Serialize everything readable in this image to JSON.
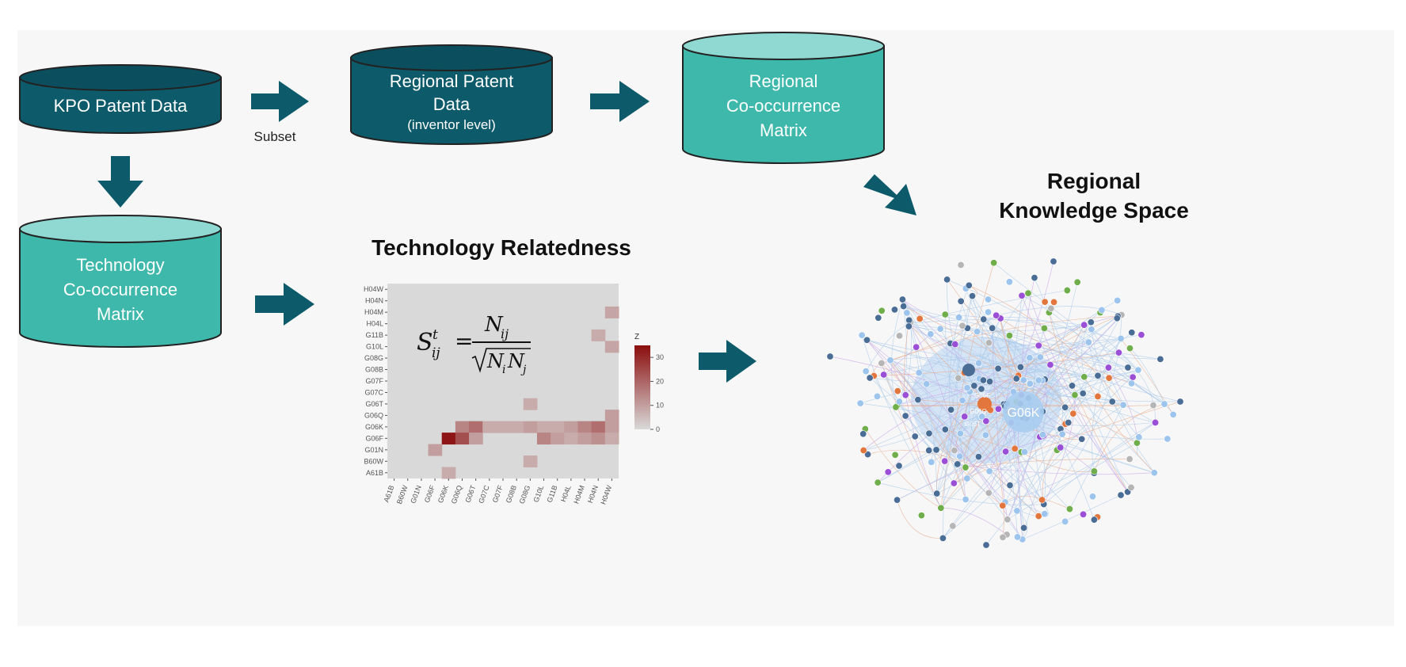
{
  "cylinders": {
    "kpo": {
      "line1": "KPO Patent Data"
    },
    "regional_patent": {
      "line1": "Regional Patent",
      "line2": "Data",
      "line3": "(inventor level)"
    },
    "regional_matrix": {
      "line1": "Regional",
      "line2": "Co-occurrence",
      "line3": "Matrix"
    },
    "tech_matrix": {
      "line1": "Technology",
      "line2": "Co-occurrence",
      "line3": "Matrix"
    }
  },
  "labels": {
    "subset": "Subset",
    "tech_relatedness": "Technology Relatedness",
    "knowledge_space_line1": "Regional",
    "knowledge_space_line2": "Knowledge Space"
  },
  "formula": {
    "lhs": "S",
    "lhs_sup": "t",
    "lhs_sub": "ij",
    "numerator": "N",
    "numerator_sub": "ij",
    "denominator": "N",
    "denominator_sub1": "i",
    "denominator_mid": "N",
    "denominator_sub2": "j"
  },
  "colors": {
    "dark_teal": "#0d5a6b",
    "light_teal": "#3fb8ac",
    "heat_low": "#d9d9d9",
    "heat_high": "#8b0d0d"
  },
  "chart_data": {
    "type": "heatmap",
    "rows": [
      "H04W",
      "H04N",
      "H04M",
      "H04L",
      "G11B",
      "G10L",
      "G08G",
      "G08B",
      "G07F",
      "G07C",
      "G06T",
      "G06Q",
      "G06K",
      "G06F",
      "G01N",
      "B60W",
      "A61B"
    ],
    "cols": [
      "A61B",
      "B60W",
      "G01N",
      "G06F",
      "G06K",
      "G06Q",
      "G06T",
      "G07C",
      "G07F",
      "G08B",
      "G08G",
      "G10L",
      "G11B",
      "H04L",
      "H04M",
      "H04N",
      "H04W"
    ],
    "values": [
      [
        0,
        0,
        0,
        0,
        0,
        0,
        0,
        0,
        0,
        0,
        0,
        0,
        0,
        0,
        0,
        0,
        0
      ],
      [
        0,
        0,
        0,
        0,
        0,
        0,
        0,
        0,
        0,
        0,
        0,
        0,
        0,
        0,
        0,
        0,
        0
      ],
      [
        0,
        0,
        0,
        0,
        0,
        0,
        0,
        0,
        0,
        0,
        0,
        0,
        0,
        0,
        0,
        0,
        5
      ],
      [
        0,
        0,
        0,
        0,
        0,
        0,
        0,
        0,
        0,
        0,
        0,
        0,
        0,
        0,
        0,
        0,
        0
      ],
      [
        0,
        0,
        0,
        0,
        0,
        0,
        0,
        0,
        0,
        0,
        0,
        0,
        0,
        0,
        0,
        4,
        0
      ],
      [
        0,
        0,
        0,
        0,
        0,
        0,
        0,
        0,
        0,
        0,
        0,
        0,
        0,
        0,
        0,
        0,
        5
      ],
      [
        0,
        0,
        0,
        0,
        0,
        0,
        0,
        0,
        0,
        0,
        0,
        0,
        0,
        0,
        0,
        0,
        0
      ],
      [
        0,
        0,
        0,
        0,
        0,
        0,
        0,
        0,
        0,
        0,
        0,
        0,
        0,
        0,
        0,
        0,
        0
      ],
      [
        0,
        0,
        0,
        0,
        0,
        0,
        0,
        0,
        0,
        0,
        0,
        0,
        0,
        0,
        0,
        0,
        0
      ],
      [
        0,
        0,
        0,
        0,
        0,
        0,
        0,
        0,
        0,
        0,
        0,
        0,
        0,
        0,
        0,
        0,
        0
      ],
      [
        0,
        0,
        0,
        0,
        0,
        0,
        0,
        0,
        0,
        0,
        4,
        0,
        0,
        0,
        0,
        0,
        0
      ],
      [
        0,
        0,
        0,
        0,
        0,
        0,
        0,
        0,
        0,
        0,
        0,
        0,
        0,
        0,
        0,
        0,
        6
      ],
      [
        0,
        0,
        0,
        0,
        0,
        10,
        14,
        4,
        4,
        4,
        6,
        4,
        4,
        6,
        10,
        14,
        6
      ],
      [
        0,
        0,
        0,
        0,
        33,
        20,
        6,
        0,
        0,
        0,
        0,
        10,
        6,
        4,
        6,
        8,
        4
      ],
      [
        0,
        0,
        0,
        6,
        0,
        0,
        0,
        0,
        0,
        0,
        0,
        0,
        0,
        0,
        0,
        0,
        0
      ],
      [
        0,
        0,
        0,
        0,
        0,
        0,
        0,
        0,
        0,
        0,
        4,
        0,
        0,
        0,
        0,
        0,
        0
      ],
      [
        0,
        0,
        0,
        0,
        4,
        0,
        0,
        0,
        0,
        0,
        0,
        0,
        0,
        0,
        0,
        0,
        0
      ]
    ],
    "legend_title": "Z",
    "legend_ticks": [
      0,
      10,
      20,
      30
    ],
    "zlim": [
      0,
      35
    ]
  },
  "network": {
    "hub_label": "G06K",
    "small_labels": [
      "G06F",
      "G06Q",
      "G06T"
    ]
  }
}
